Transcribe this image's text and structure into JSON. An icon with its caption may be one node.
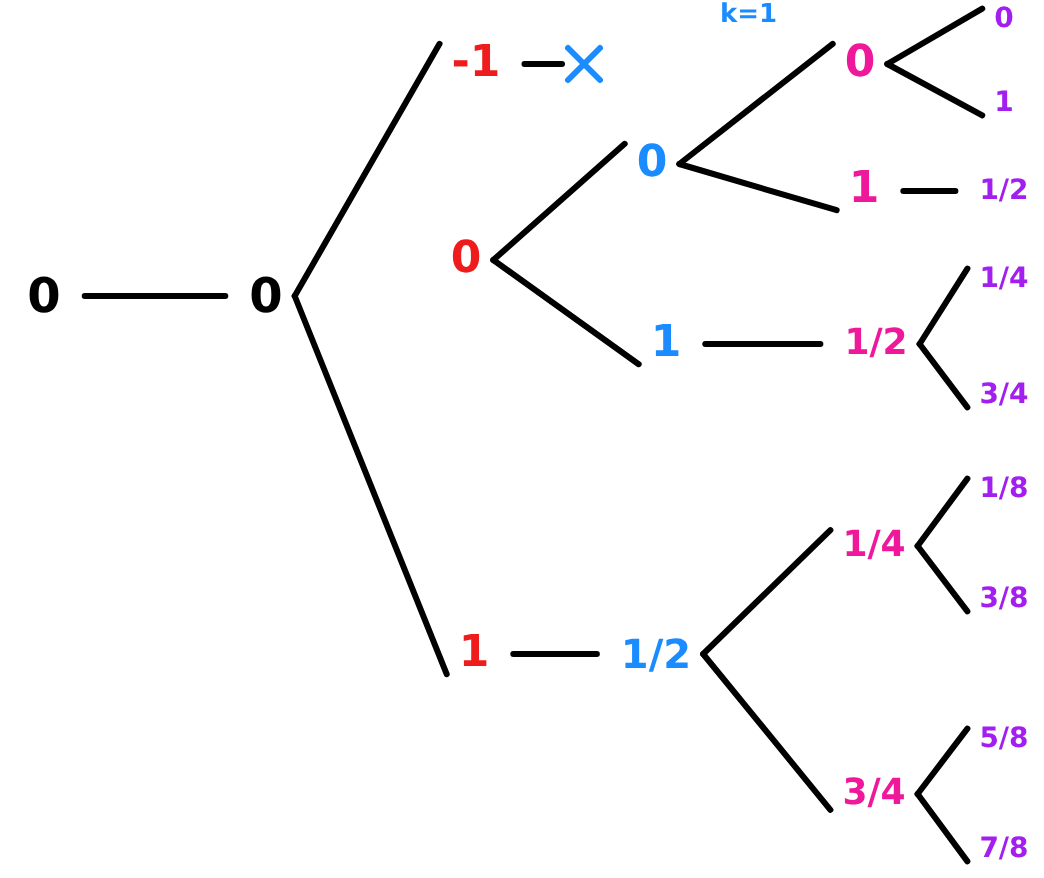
{
  "diagram": {
    "nodes": [
      {
        "text": [
          "0"
        ]
      },
      {
        "text": [
          "0"
        ]
      },
      {
        "text": [
          "-1"
        ]
      },
      {
        "text": [],
        "shape": "cross"
      },
      {
        "text": [
          "0"
        ]
      },
      {
        "text": [
          "1"
        ]
      },
      {
        "text": [
          "0"
        ]
      },
      {
        "text": [
          "1"
        ]
      },
      {
        "text": [
          "1/2"
        ]
      },
      {
        "text": [
          "0"
        ]
      },
      {
        "text": [
          "1"
        ]
      },
      {
        "text": [
          "1/2"
        ]
      },
      {
        "text": [
          "1/4"
        ]
      },
      {
        "text": [
          "3/4"
        ]
      },
      {
        "text": [
          "0"
        ]
      },
      {
        "text": [
          "1"
        ]
      },
      {
        "text": [
          "1/2"
        ]
      },
      {
        "text": [
          "1/4"
        ]
      },
      {
        "text": [
          "3/4"
        ]
      },
      {
        "text": [
          "1/8"
        ]
      },
      {
        "text": [
          "3/8"
        ]
      },
      {
        "text": [
          "5/8"
        ]
      },
      {
        "text": [
          "7/8"
        ]
      }
    ],
    "edges": [
      {
        "from": 0,
        "to": 1,
        "arrow": "none"
      },
      {
        "from": 1,
        "to": 2,
        "arrow": "none"
      },
      {
        "from": 1,
        "to": 5,
        "arrow": "none"
      },
      {
        "from": 2,
        "to": 3,
        "arrow": "none"
      },
      {
        "from": 4,
        "to": 6,
        "arrow": "none"
      },
      {
        "from": 4,
        "to": 7,
        "arrow": "none"
      },
      {
        "from": 5,
        "to": 8,
        "arrow": "none"
      },
      {
        "from": 6,
        "to": 9,
        "arrow": "none"
      },
      {
        "from": 6,
        "to": 10,
        "arrow": "none"
      },
      {
        "from": 7,
        "to": 11,
        "arrow": "none"
      },
      {
        "from": 8,
        "to": 12,
        "arrow": "none"
      },
      {
        "from": 8,
        "to": 13,
        "arrow": "none"
      },
      {
        "from": 9,
        "to": 14,
        "arrow": "none"
      },
      {
        "from": 9,
        "to": 15,
        "arrow": "none"
      },
      {
        "from": 10,
        "to": 16,
        "arrow": "none"
      },
      {
        "from": 11,
        "to": 17,
        "arrow": "none"
      },
      {
        "from": 11,
        "to": 18,
        "arrow": "none"
      },
      {
        "from": 12,
        "to": 19,
        "arrow": "none"
      },
      {
        "from": 12,
        "to": 20,
        "arrow": "none"
      },
      {
        "from": 13,
        "to": 21,
        "arrow": "none"
      },
      {
        "from": 13,
        "to": 22,
        "arrow": "none"
      }
    ],
    "labels": [
      "k=1"
    ]
  }
}
